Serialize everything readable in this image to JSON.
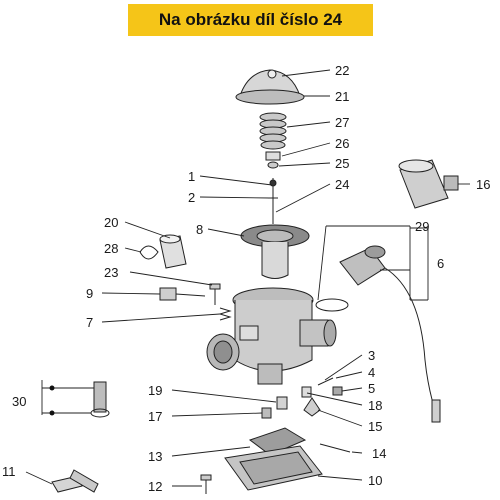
{
  "banner": {
    "text": "Na obrázku díl číslo 24",
    "color": "#f5c518"
  },
  "diagram": {
    "callouts": {
      "n1": "1",
      "n2": "2",
      "n3": "3",
      "n4": "4",
      "n5": "5",
      "n6": "6",
      "n7": "7",
      "n8": "8",
      "n9": "9",
      "n10": "10",
      "n11": "11",
      "n12": "12",
      "n13": "13",
      "n14": "14",
      "n15": "15",
      "n16": "16",
      "n17": "17",
      "n18": "18",
      "n19": "19",
      "n20": "20",
      "n21": "21",
      "n22": "22",
      "n23": "23",
      "n24": "24",
      "n25": "25",
      "n26": "26",
      "n27": "27",
      "n28": "28",
      "n29": "29",
      "n30": "30"
    }
  }
}
